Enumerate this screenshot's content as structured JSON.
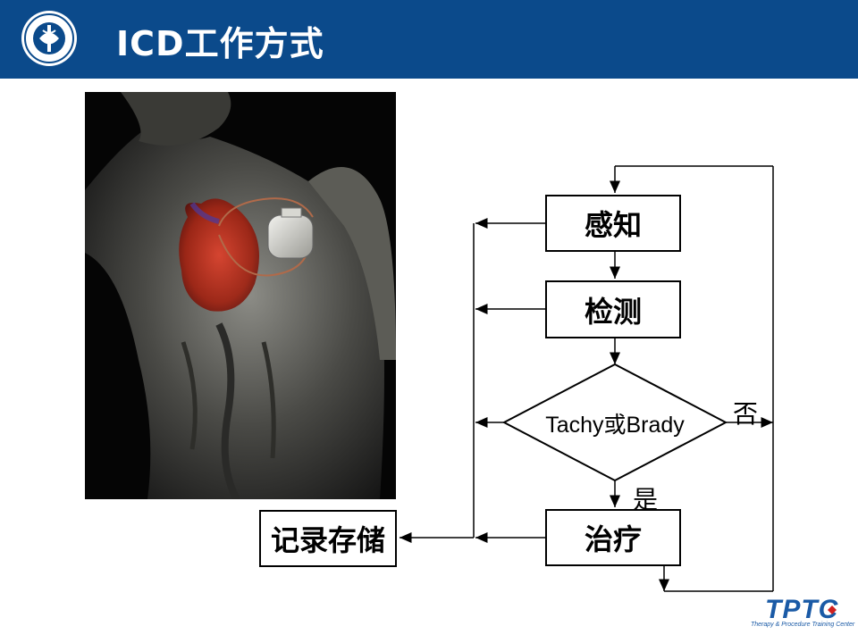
{
  "header": {
    "title": "ICD工作方式",
    "background_color": "#0b4a8b"
  },
  "logo": {
    "icon": "hospital-emblem-icon"
  },
  "photo": {
    "icon": "torso-with-icd-implant-image"
  },
  "flowchart": {
    "sense": "感知",
    "detect": "检测",
    "decision": "Tachy或Brady",
    "no_label": "否",
    "yes_label": "是",
    "therapy": "治疗",
    "record": "记录存储"
  },
  "footer": {
    "brand": "TPTC",
    "subtitle": "Therapy & Procedure Training Center",
    "brand_color": "#1a5aa6"
  }
}
